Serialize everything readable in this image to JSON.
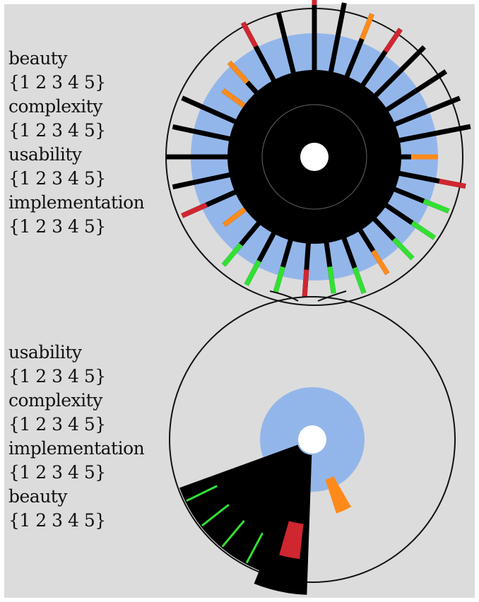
{
  "colors": {
    "background": "#dcdcdc",
    "ring": "#93b6ea",
    "core": "#000000",
    "red": "#d02630",
    "orange": "#ff8a1a",
    "green": "#33e033",
    "outline": "#111111"
  },
  "legend_top": [
    {
      "name": "beauty",
      "scale": "{1 2 3 4 5}"
    },
    {
      "name": "complexity",
      "scale": "{1 2 3 4 5}"
    },
    {
      "name": "usability",
      "scale": "{1 2 3 4 5}"
    },
    {
      "name": "implementation",
      "scale": "{1 2 3 4 5}"
    }
  ],
  "legend_bottom": [
    {
      "name": "usability",
      "scale": "{1 2 3 4 5}"
    },
    {
      "name": "complexity",
      "scale": "{1 2 3 4 5}"
    },
    {
      "name": "implementation",
      "scale": "{1 2 3 4 5}"
    },
    {
      "name": "beauty",
      "scale": "{1 2 3 4 5}"
    }
  ]
}
